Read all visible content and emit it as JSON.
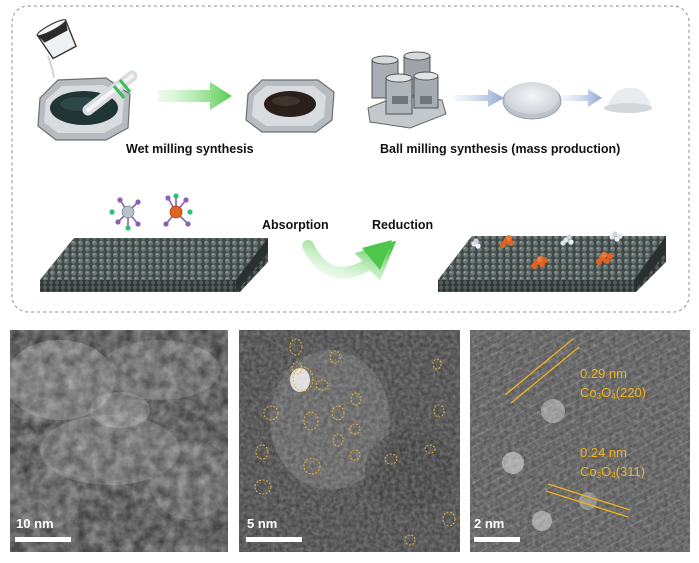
{
  "top_panel": {
    "wet_milling_label": "Wet milling synthesis",
    "ball_milling_label": "Ball milling synthesis (mass production)",
    "absorption_label": "Absorption",
    "reduction_label": "Reduction"
  },
  "micrographs": [
    {
      "scale": "10 nm"
    },
    {
      "scale": "5 nm"
    },
    {
      "scale": "2 nm",
      "annotations": [
        {
          "spacing": "0.29 nm",
          "phase_main": "Co",
          "sub1": "3",
          "phase_mid": "O",
          "sub2": "4",
          "plane": "(220)"
        },
        {
          "spacing": "0.24 nm",
          "phase_main": "Co",
          "sub1": "3",
          "phase_mid": "O",
          "sub2": "4",
          "plane": "(311)"
        }
      ]
    }
  ],
  "colors": {
    "arrow_green": "#5fcf5a",
    "arrow_blue": "#9fb4d8",
    "support_gray": "#4e5a58",
    "cobalt_orange": "#e2621f",
    "platinum_white": "#dfe6ec",
    "annotation_yellow": "#f2b21c"
  }
}
